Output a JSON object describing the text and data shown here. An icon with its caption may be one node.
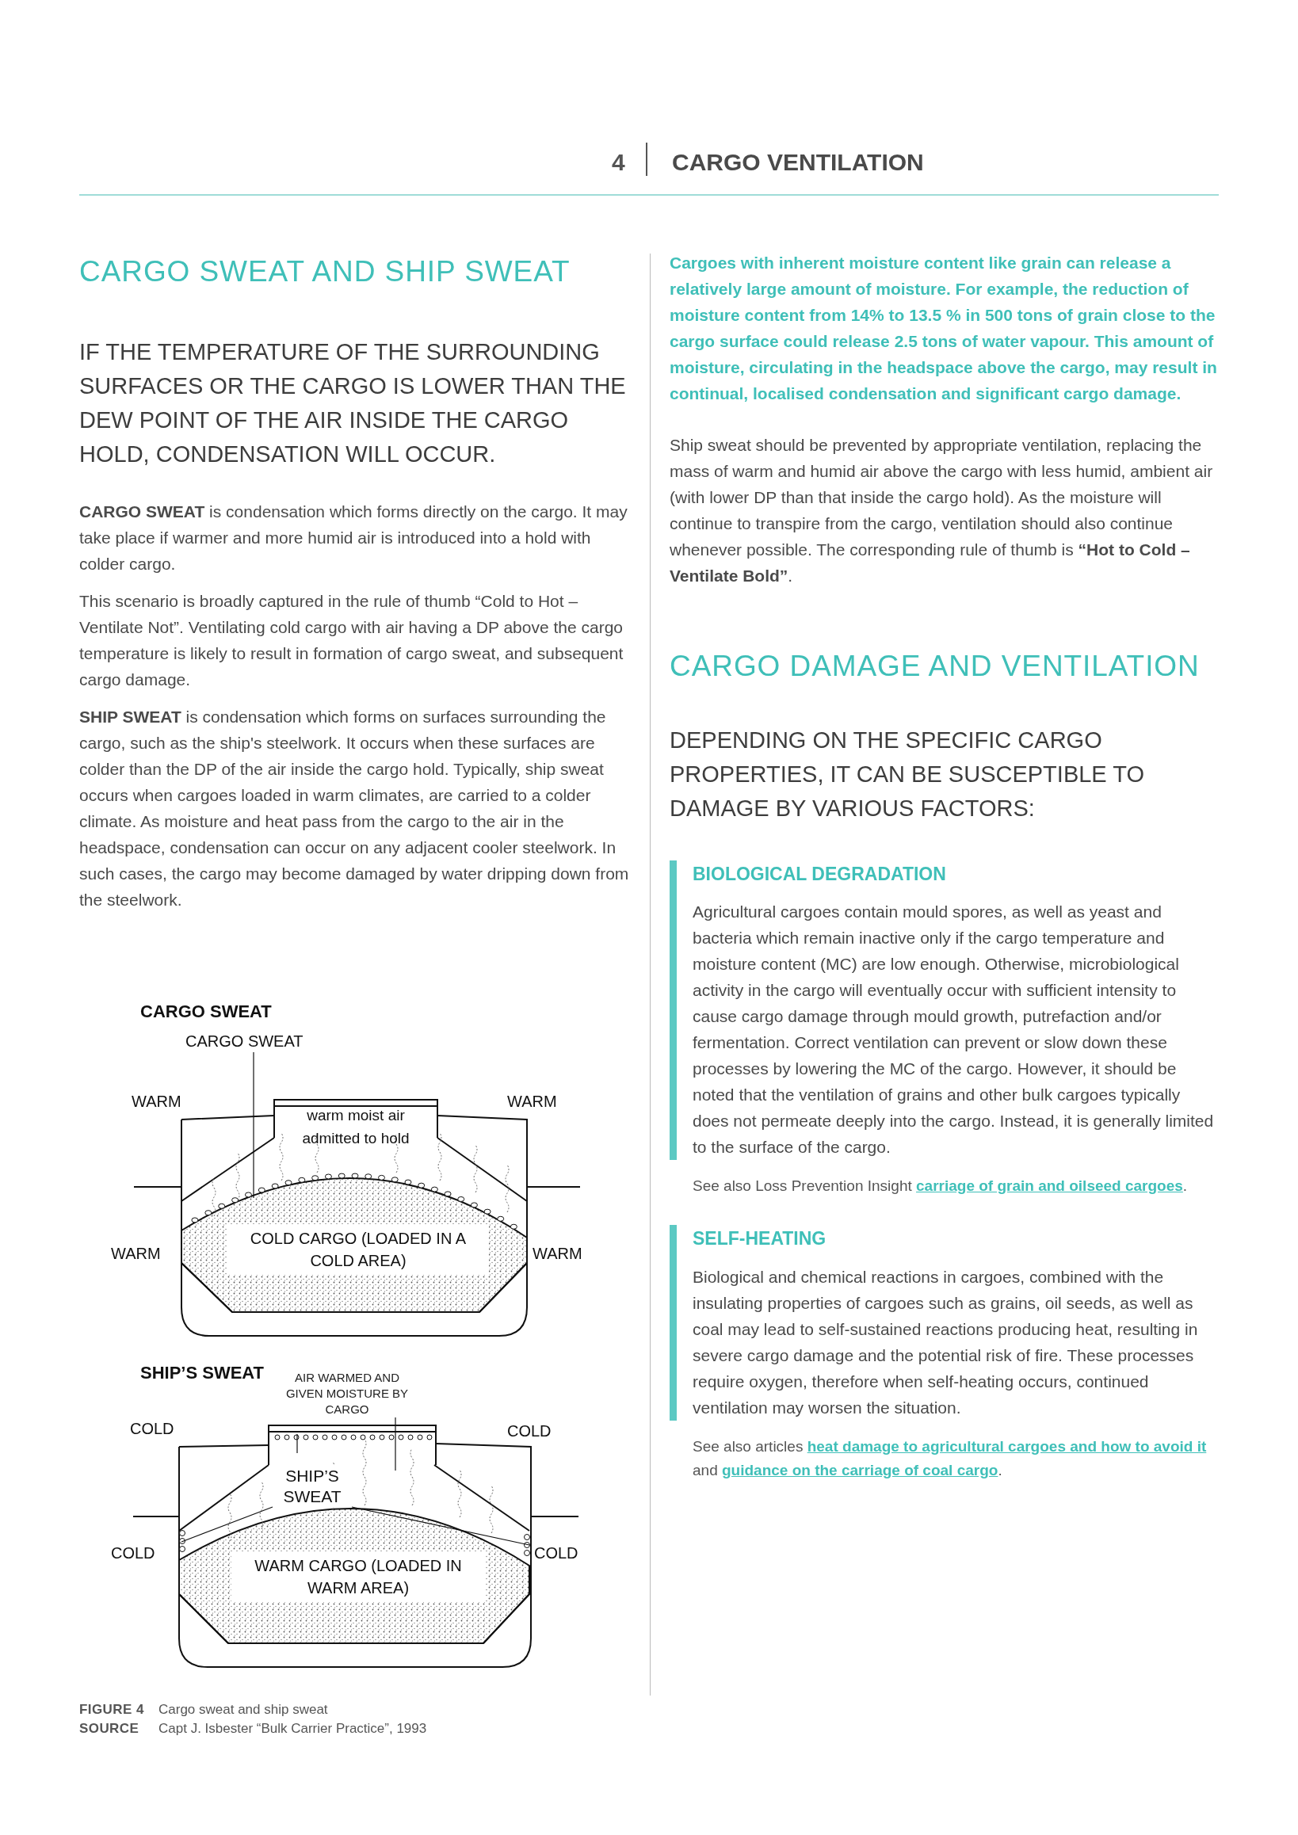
{
  "diagram": {
    "title": "CARGO SWEAT AND SHIP SWEAT",
    "nodes": [
      {
        "text": [
          "CARGO SWEAT"
        ]
      },
      {
        "text": [
          "AIR WARMED AND GIVEN MOISTURE BY CARGO"
        ]
      },
      {
        "text": [
          "SHIP’S SWEAT"
        ]
      },
      {
        "text": [],
        "shape": "picture"
      },
      {
        "text": [],
        "shape": "picture"
      },
      {
        "text": [],
        "shape": "picture"
      }
    ],
    "edges": [
      {
        "from": 0,
        "to": 3,
        "arrow": "none"
      },
      {
        "from": 1,
        "to": null,
        "arrow": "none"
      },
      {
        "from": 2,
        "to": 4,
        "arrow": "none"
      },
      {
        "from": 2,
        "to": 5,
        "arrow": "none"
      }
    ],
    "labels": [
      "4",
      "CARGO VENTILATION",
      "IF THE TEMPERATURE OF THE SURROUNDING SURFACES OR THE CARGO IS LOWER THAN THE DEW POINT OF THE AIR INSIDE THE CARGO HOLD, CONDENSATION WILL OCCUR.",
      "**CARGO SWEAT** is condensation which forms directly on the cargo. It may take place if warmer and more humid air is introduced into a hold with colder cargo.",
      "This scenario is broadly captured in the rule of thumb “Cold to Hot – Ventilate Not”. Ventilating cold cargo with air having a DP above the cargo temperature is likely to result in formation of cargo sweat, and subsequent cargo damage.",
      "**SHIP SWEAT** is condensation which forms on surfaces surrounding the cargo, such as the ship's steelwork. It occurs when these surfaces are colder than the DP of the air inside the cargo hold. Typically, ship sweat occurs when cargoes loaded in warm climates, are carried to a colder climate. As moisture and heat pass from the cargo to the air in the headspace, condensation can occur on any adjacent cooler steelwork. In such cases, the cargo may become damaged by water dripping down from the steelwork.",
      "CARGO SWEAT",
      "WARM",
      "WARM",
      "WARM",
      "WARM",
      "warm moist air admitted to hold",
      "COLD CARGO (LOADED IN A COLD AREA)",
      "SHIP’S SWEAT",
      "COLD",
      "COLD",
      "COLD",
      "COLD",
      "WARM CARGO (LOADED IN WARM AREA)",
      "FIGURE 4",
      "Cargo sweat and ship sweat",
      "SOURCE",
      "Capt J. Isbester “Bulk Carrier Practice”, 1993",
      "Cargoes with inherent moisture content like grain can release a relatively large amount of moisture. For example, the reduction of moisture content from 14% to 13.5 % in 500 tons of grain close to the cargo surface could release 2.5 tons of water vapour. This amount of moisture, circulating in the headspace above the cargo, may result in continual, localised condensation and significant cargo damage.",
      "Ship sweat should be prevented by appropriate ventilation, replacing the mass of warm and humid air above the cargo with less humid, ambient air (with lower DP than that inside the cargo hold). As the moisture will continue to transpire from the cargo, ventilation should also continue whenever possible. The corresponding rule of thumb is **“Hot to Cold – Ventilate Bold”**.",
      "CARGO DAMAGE AND VENTILATION",
      "DEPENDING ON THE SPECIFIC CARGO PROPERTIES, IT CAN BE SUSCEPTIBLE TO DAMAGE BY VARIOUS FACTORS:",
      "BIOLOGICAL DEGRADATION",
      "Agricultural cargoes contain mould spores, as well as yeast and bacteria which remain inactive only if the cargo temperature and moisture content (MC) are low enough. Otherwise, microbiological activity in the cargo will eventually occur with sufficient intensity to cause cargo damage through mould growth, putrefaction and/or fermentation. Correct ventilation can prevent or slow down these processes by lowering the MC of the cargo. However, it should be noted that the ventilation of grains and other bulk cargoes typically does not permeate deeply into the cargo. Instead, it is generally limited to the surface of the cargo.",
      "See also Loss Prevention Insight",
      "carriage of grain and oilseed cargoes",
      ".",
      "SELF-HEATING",
      "Biological and chemical reactions in cargoes, combined with the insulating properties of cargoes such as grains, oil seeds, as well as coal may lead to self-sustained reactions producing heat, resulting in severe cargo damage and the potential risk of fire. These processes require oxygen, therefore when self-heating occurs, continued ventilation may worsen the situation.",
      "See also articles",
      "heat damage to agricultural cargoes and how to avoid it",
      "and",
      "guidance on the carriage of coal cargo",
      "."
    ]
  }
}
